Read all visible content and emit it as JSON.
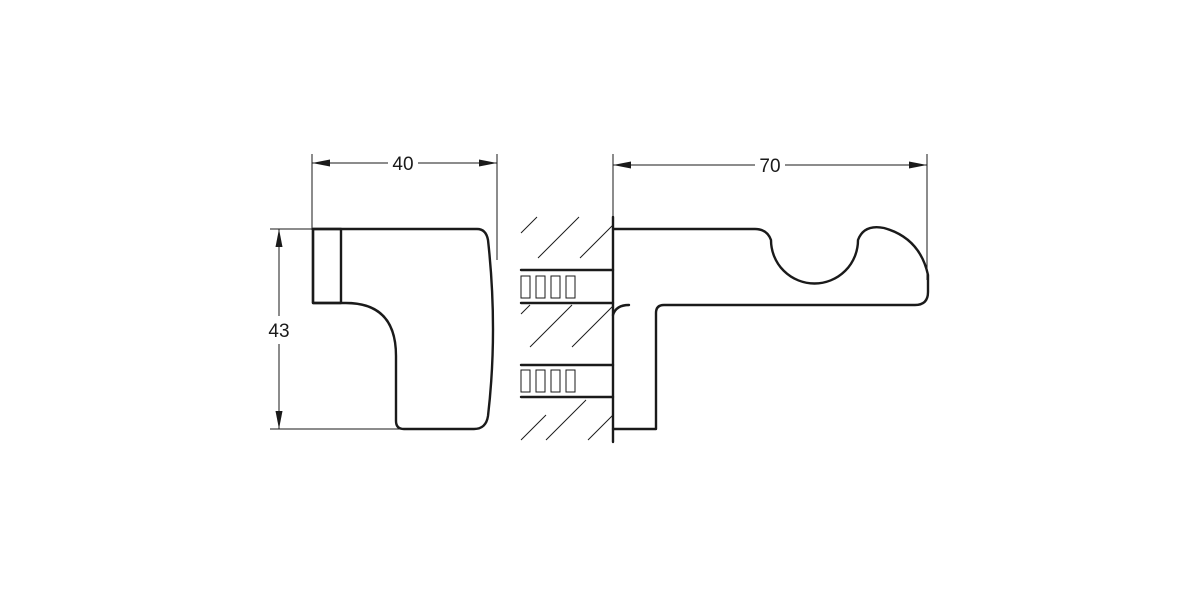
{
  "dimensions": {
    "front_width": "40",
    "front_height": "43",
    "side_depth": "70"
  }
}
